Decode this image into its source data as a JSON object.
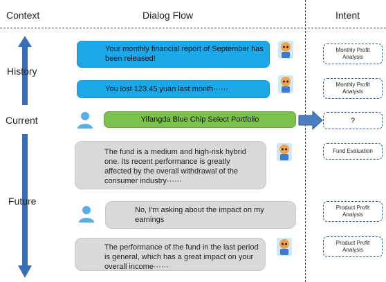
{
  "headers": {
    "context": "Context",
    "dialog_flow": "Dialog Flow",
    "intent": "Intent"
  },
  "context_labels": {
    "history": "History",
    "current": "Current",
    "future": "Future"
  },
  "dialog": [
    {
      "speaker": "bot",
      "style": "blue",
      "text": "Your monthly financial report of September has been released!"
    },
    {
      "speaker": "bot",
      "style": "blue",
      "text": "You lost 123.45 yuan last month······"
    },
    {
      "speaker": "user",
      "style": "green",
      "text": "Yifangda Blue Chip Select Portfolio"
    },
    {
      "speaker": "bot",
      "style": "gray",
      "text": "The fund is a medium and high-risk hybrid one. Its recent performance is greatly affected by the overall withdrawal of the consumer industry······"
    },
    {
      "speaker": "user",
      "style": "gray",
      "text": "No, I'm asking about the impact on my earnings"
    },
    {
      "speaker": "bot",
      "style": "gray",
      "text": "The performance of the fund in the last period is general, which has a great impact on your overall income······"
    }
  ],
  "intents": [
    "Monthly Profit Analysis",
    "Monthly Profit Analysis",
    "?",
    "Fund Evaluation",
    "Product Profit Analysis",
    "Product Profit Analysis"
  ],
  "colors": {
    "blue_bubble": "#1aa8e9",
    "gray_bubble": "#d9d9d9",
    "green_bubble": "#7cc14e",
    "arrow": "#3a6fb6",
    "intent_border": "#2e5a8c"
  }
}
